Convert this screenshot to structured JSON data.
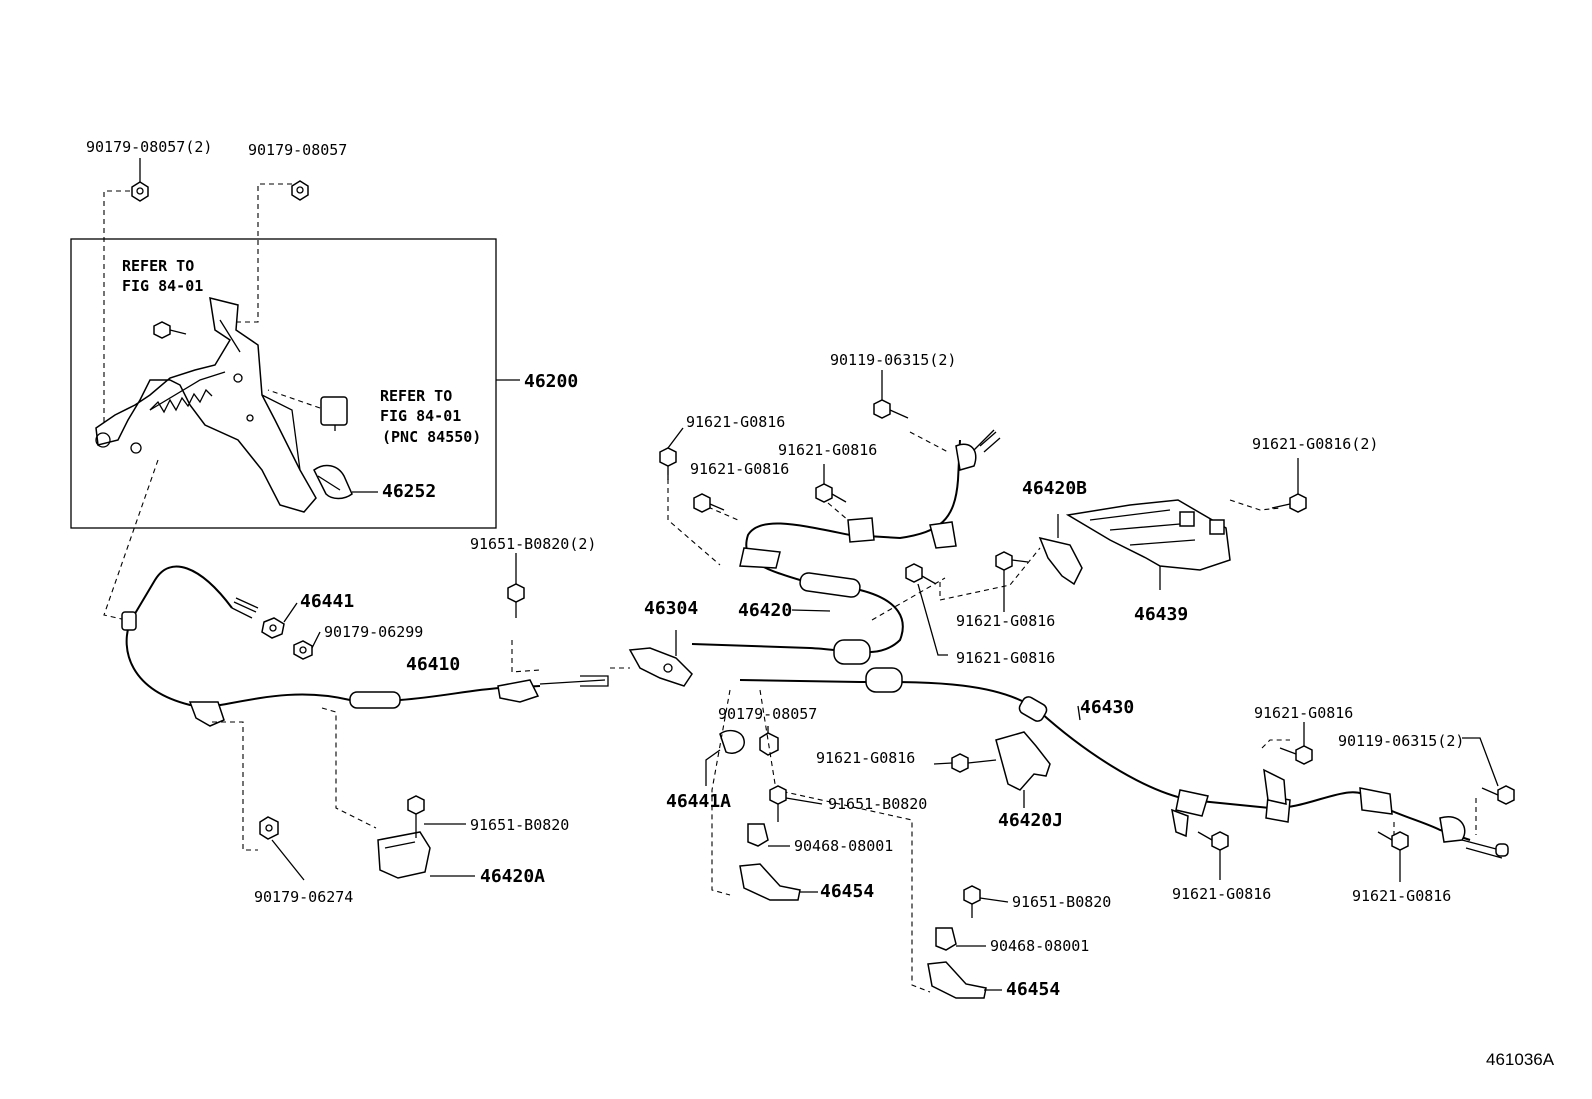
{
  "diagram_code": "461036A",
  "refer_left": {
    "line1": "REFER TO",
    "line2": "FIG 84-01"
  },
  "refer_right": {
    "line1": "REFER TO",
    "line2": "FIG 84-01",
    "line3": "(PNC 84550)"
  },
  "labels": {
    "nut_top_left": "90179-08057(2)",
    "nut_top": "90179-08057",
    "lever_assembly": "46200",
    "pedal_pad": "46252",
    "bolt_cable_front": "91651-B0820(2)",
    "nut_46441": "46441",
    "nut_06299": "90179-06299",
    "front_cable": "46410",
    "nut_06274": "90179-06274",
    "bolt_46420a": "91651-B0820",
    "bracket_46420a": "46420A",
    "equalizer": "46304",
    "rh_cable": "46420",
    "bolt_rh_top": "90119-06315(2)",
    "bolt_rh_1": "91621-G0816",
    "bolt_rh_2": "91621-G0816",
    "bolt_rh_3": "91621-G0816",
    "bracket_46420b": "46420B",
    "bolt_46420b": "91621-G0816",
    "bolt_rh_4": "91621-G0816",
    "heat_shield_bolt": "91621-G0816(2)",
    "heat_shield": "46439",
    "nut_08057_mid": "90179-08057",
    "nut_46441a": "46441A",
    "bolt_46420j": "91621-G0816",
    "bolt_mid": "91651-B0820",
    "bracket_46420j": "46420J",
    "lh_cable": "46430",
    "bolt_lh_1": "91621-G0816",
    "bolt_lh_end": "90119-06315(2)",
    "clip_1": "90468-08001",
    "clamp_1": "46454",
    "bolt_low": "91651-B0820",
    "clip_2": "90468-08001",
    "clamp_2": "46454",
    "bolt_lh_2": "91621-G0816",
    "bolt_lh_3": "91621-G0816"
  }
}
